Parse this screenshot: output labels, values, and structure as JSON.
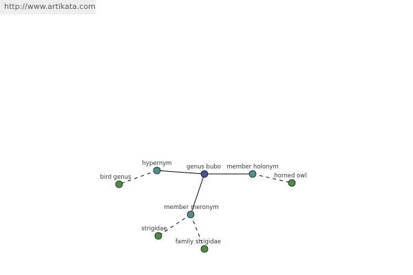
{
  "header": {
    "url": "http://www.artikata.com"
  },
  "colors": {
    "center_node": "#4b4f92",
    "relation_node": "#4f8f8f",
    "leaf_node": "#4f8a48",
    "node_stroke": "#1a1a1a",
    "edge": "#000000",
    "label": "#333333",
    "url_background": "#eeeeee",
    "url_text": "#5a5a5a"
  },
  "graph": {
    "nodes": [
      {
        "id": "genus-bubo",
        "label": "genus bubo",
        "kind": "center"
      },
      {
        "id": "hypernym",
        "label": "hypernym",
        "kind": "relation"
      },
      {
        "id": "member-holonym",
        "label": "member holonym",
        "kind": "relation"
      },
      {
        "id": "member-meronym",
        "label": "member meronym",
        "kind": "relation"
      },
      {
        "id": "bird-genus",
        "label": "bird genus",
        "kind": "leaf"
      },
      {
        "id": "horned-owl",
        "label": "horned owl",
        "kind": "leaf"
      },
      {
        "id": "strigidae",
        "label": "strigidae",
        "kind": "leaf"
      },
      {
        "id": "family-strigidae",
        "label": "family strigidae",
        "kind": "leaf"
      }
    ],
    "edges": [
      {
        "from": "genus-bubo",
        "to": "hypernym",
        "style": "solid"
      },
      {
        "from": "genus-bubo",
        "to": "member-holonym",
        "style": "solid"
      },
      {
        "from": "genus-bubo",
        "to": "member-meronym",
        "style": "solid"
      },
      {
        "from": "hypernym",
        "to": "bird-genus",
        "style": "dashed"
      },
      {
        "from": "member-holonym",
        "to": "horned-owl",
        "style": "dashed"
      },
      {
        "from": "member-meronym",
        "to": "strigidae",
        "style": "dashed"
      },
      {
        "from": "member-meronym",
        "to": "family-strigidae",
        "style": "dashed"
      }
    ]
  }
}
